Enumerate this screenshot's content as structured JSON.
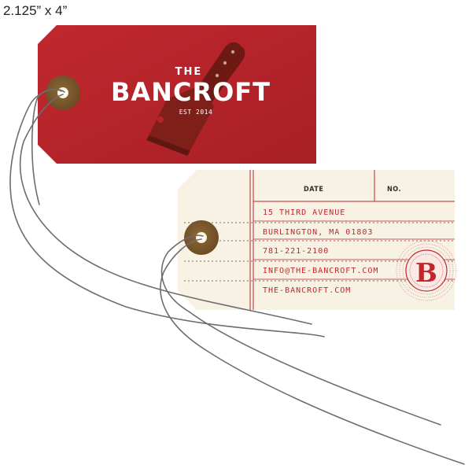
{
  "dimensions_label": "2.125” x 4”",
  "front_tag": {
    "the": "THE",
    "name": "BANCROFT",
    "est": "EST 2014",
    "color": "#b5242a"
  },
  "back_tag": {
    "date_header": "DATE",
    "no_header": "NO.",
    "lines": [
      "15 THIRD AVENUE",
      "BURLINGTON, MA 01803",
      "781-221-2100",
      "INFO@THE-BANCROFT.COM",
      "THE-BANCROFT.COM"
    ],
    "seal_letter": "B",
    "paper_color": "#f7f2e4",
    "ink_color": "#c1272d"
  }
}
